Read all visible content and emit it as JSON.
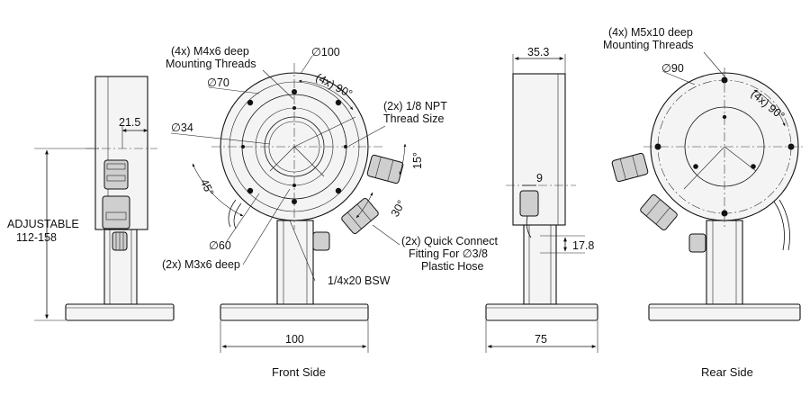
{
  "views": {
    "front_caption": "Front Side",
    "rear_caption": "Rear Side"
  },
  "dimensions": {
    "side_left_21_5": "21.5",
    "adjustable": "ADJUSTABLE",
    "adjustable_range": "112-158",
    "dia_100": "∅100",
    "dia_70": "∅70",
    "dia_34": "∅34",
    "dia_60": "∅60",
    "angle_4x90_front": "(4x) 90°",
    "angle_15": "15°",
    "angle_45": "45°",
    "angle_30": "30°",
    "front_base_width": "100",
    "side_35_3": "35.3",
    "side_9": "9",
    "side_17_8": "17.8",
    "side_base_width": "75",
    "dia_90": "∅90",
    "angle_4x90_rear": "(4x) 90°"
  },
  "callouts": {
    "m4_line1": "(4x) M4x6 deep",
    "m4_line2": "Mounting Threads",
    "npt_line1": "(2x) 1/8 NPT",
    "npt_line2": "Thread Size",
    "m3": "(2x) M3x6 deep",
    "qc_line1": "(2x) Quick Connect",
    "qc_line2": "Fitting For ∅3/8",
    "qc_line3": "Plastic Hose",
    "bsw": "1/4x20 BSW",
    "m5_line1": "(4x) M5x10 deep",
    "m5_line2": "Mounting Threads"
  }
}
